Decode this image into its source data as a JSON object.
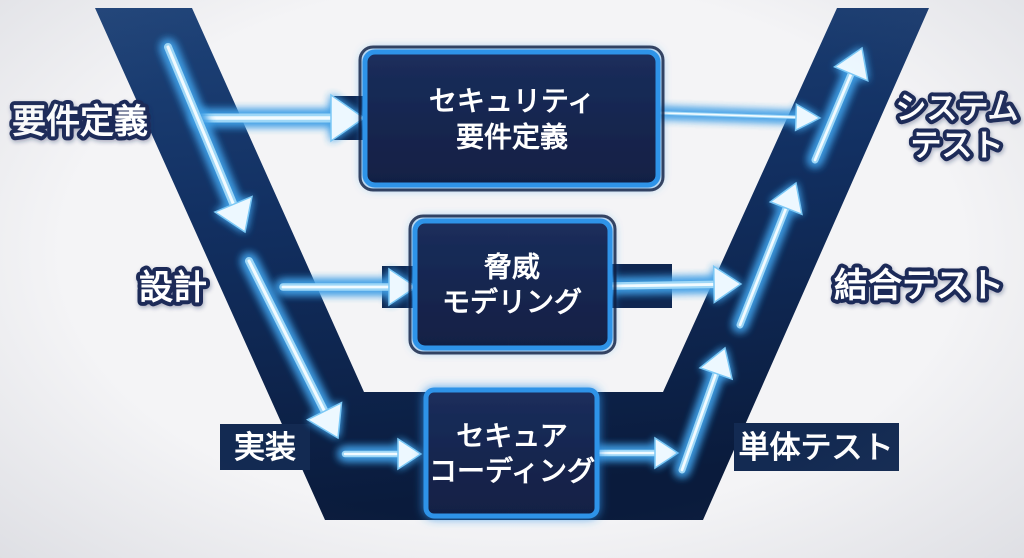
{
  "background_color": "#f4f4f6",
  "band_color": "#102a58",
  "glow_color": "#57b1ef",
  "box_border_color": "#2f93e8",
  "box_fill_color": "#15254c",
  "diagram": {
    "type": "v-model-security",
    "left_phases": [
      {
        "id": "requirements",
        "label": "要件定義"
      },
      {
        "id": "design",
        "label": "設計"
      },
      {
        "id": "implementation",
        "label": "実装"
      }
    ],
    "right_phases": [
      {
        "id": "system-test",
        "label": "システムテスト",
        "lines": [
          "システム",
          "テスト"
        ]
      },
      {
        "id": "integration-test",
        "label": "結合テスト"
      },
      {
        "id": "unit-test",
        "label": "単体テスト"
      }
    ],
    "security_activities": [
      {
        "id": "security-requirements",
        "label": "セキュリティ要件定義",
        "lines": [
          "セキュリティ",
          "要件定義"
        ]
      },
      {
        "id": "threat-modeling",
        "label": "脅威モデリング",
        "lines": [
          "脅威",
          "モデリング"
        ]
      },
      {
        "id": "secure-coding",
        "label": "セキュアコーディング",
        "lines": [
          "セキュア",
          "コーディング"
        ]
      }
    ],
    "edges": [
      {
        "id": "e1",
        "from": "requirements",
        "to": "security-requirements"
      },
      {
        "id": "e2",
        "from": "security-requirements",
        "to": "system-test"
      },
      {
        "id": "e3",
        "from": "requirements",
        "to": "design"
      },
      {
        "id": "e4",
        "from": "design",
        "to": "threat-modeling"
      },
      {
        "id": "e5",
        "from": "threat-modeling",
        "to": "integration-test"
      },
      {
        "id": "e6",
        "from": "design",
        "to": "implementation"
      },
      {
        "id": "e7",
        "from": "implementation",
        "to": "secure-coding"
      },
      {
        "id": "e8",
        "from": "secure-coding",
        "to": "unit-test"
      },
      {
        "id": "e9",
        "from": "unit-test",
        "to": "integration-test",
        "segment": "lower"
      },
      {
        "id": "e10",
        "from": "integration-test",
        "to": "system-test",
        "segment": "middle"
      },
      {
        "id": "e11",
        "from": "integration-test",
        "to": "system-test",
        "segment": "upper"
      }
    ]
  }
}
